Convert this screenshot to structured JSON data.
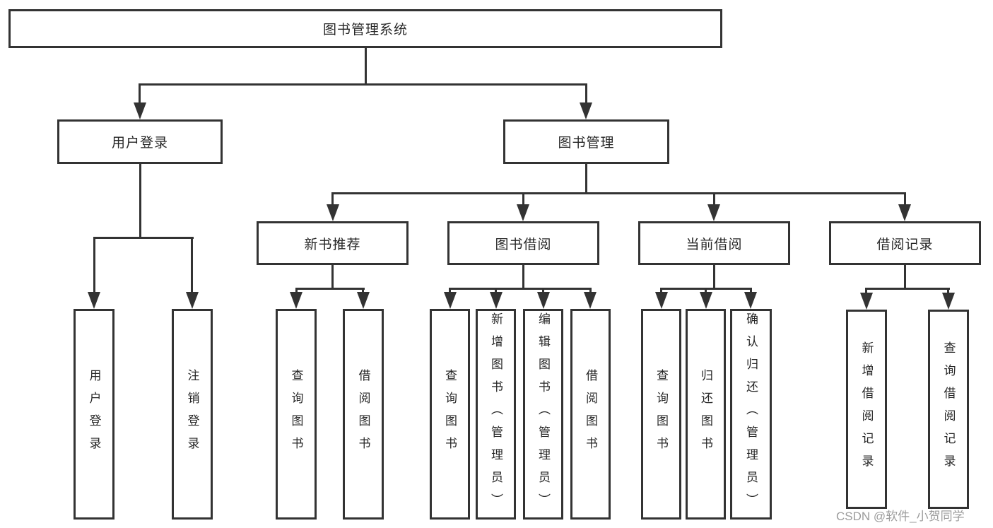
{
  "diagram": {
    "root": {
      "label": "图书管理系统"
    },
    "level2": [
      {
        "label": "用户登录"
      },
      {
        "label": "图书管理"
      }
    ],
    "level3": [
      {
        "label": "新书推荐"
      },
      {
        "label": "图书借阅"
      },
      {
        "label": "当前借阅"
      },
      {
        "label": "借阅记录"
      }
    ],
    "leaves": {
      "user_login": [
        {
          "label": "用户登录"
        },
        {
          "label": "注销登录"
        }
      ],
      "new_book": [
        {
          "label": "查询图书"
        },
        {
          "label": "借阅图书"
        }
      ],
      "book_borrow": [
        {
          "label": "查询图书"
        },
        {
          "label": "新增图书（管理员）"
        },
        {
          "label": "编辑图书（管理员）"
        },
        {
          "label": "借阅图书"
        }
      ],
      "current_borrow": [
        {
          "label": "查询图书"
        },
        {
          "label": "归还图书"
        },
        {
          "label": "确认归还（管理员）"
        }
      ],
      "borrow_record": [
        {
          "label": "新增借阅记录"
        },
        {
          "label": "查询借阅记录"
        }
      ]
    }
  },
  "watermark": "CSDN @软件_小贺同学",
  "colors": {
    "background": "#ffffff",
    "line": "#333333",
    "box_border": "#333333",
    "text": "#262626",
    "watermark": "#9c9c9c"
  }
}
